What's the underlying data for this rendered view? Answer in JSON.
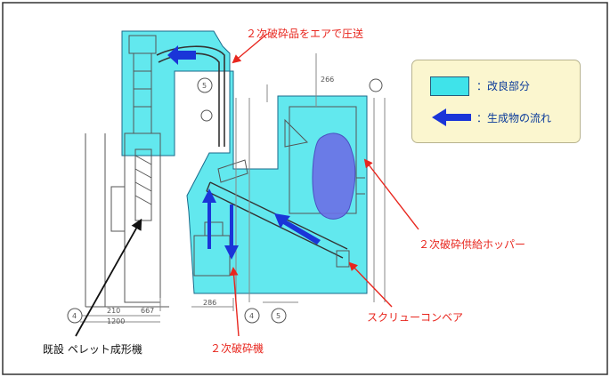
{
  "labels": {
    "air_transfer": "２次破砕品をエアで圧送",
    "hopper": "２次破砕供給ホッパー",
    "screw_conveyor": "スクリューコンベア",
    "crusher": "２次破砕機",
    "existing_machine": "既設 ペレット成形機"
  },
  "legend": {
    "improved_part": "：改良部分",
    "product_flow": "：生成物の流れ"
  },
  "dimensions": {
    "d_210": "210",
    "d_667": "667",
    "d_1200": "1200",
    "d_286": "286",
    "d_266": "266"
  },
  "circles": {
    "c4": "4",
    "c5": "5",
    "c4b": "4",
    "c5b": "5"
  },
  "colors": {
    "improved_fill": "#3fe3ea",
    "flow_arrow": "#1a35d8",
    "callout": "#e8261e",
    "hopper_blob": "#6b6fe6",
    "legend_bg": "#fbf6cf"
  }
}
